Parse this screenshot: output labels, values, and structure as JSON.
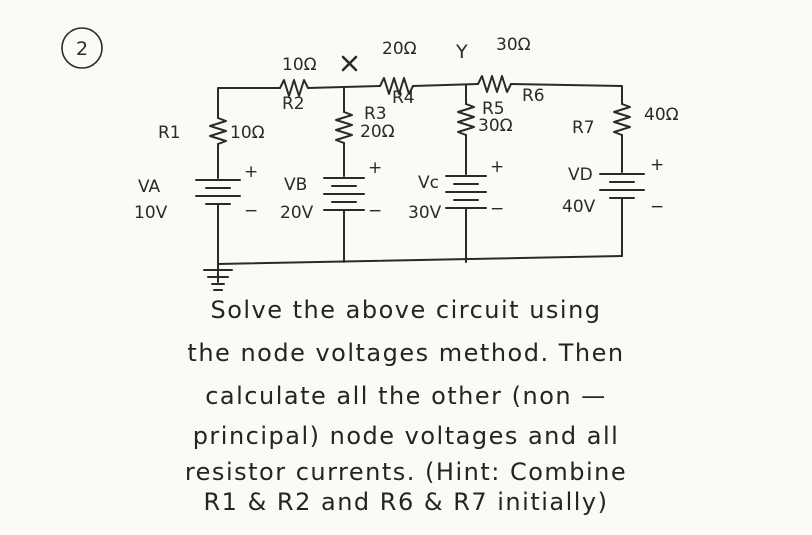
{
  "problem_number": "2",
  "nodes": {
    "x": "X",
    "y": "Y"
  },
  "resistors": {
    "r1": {
      "name": "R1",
      "value": "10Ω"
    },
    "r2": {
      "name": "R2",
      "value": "10Ω"
    },
    "r3": {
      "name": "R3",
      "value": "20Ω"
    },
    "r4": {
      "name": "R4",
      "value": "20Ω"
    },
    "r5": {
      "name": "R5",
      "value": "30Ω"
    },
    "r6": {
      "name": "R6",
      "value": "30Ω"
    },
    "r7": {
      "name": "R7",
      "value": "40Ω"
    }
  },
  "sources": {
    "va": {
      "name": "VA",
      "value": "10V"
    },
    "vb": {
      "name": "VB",
      "value": "20V"
    },
    "vc": {
      "name": "Vc",
      "value": "30V"
    },
    "vd": {
      "name": "VD",
      "value": "40V"
    }
  },
  "polarity": {
    "plus": "+",
    "minus": "−"
  },
  "problem_text": [
    "Solve  the  above    circuit  using",
    "the  node  voltages  method.  Then",
    "calculate  all  the  other  (non —",
    "principal)  node  voltages  and  all",
    "resistor  currents.  (Hint: Combine",
    "R1 & R2  and  R6 & R7  initially)"
  ],
  "colors": {
    "ink": "#2a2a2a",
    "paper": "#fbfaf6"
  }
}
